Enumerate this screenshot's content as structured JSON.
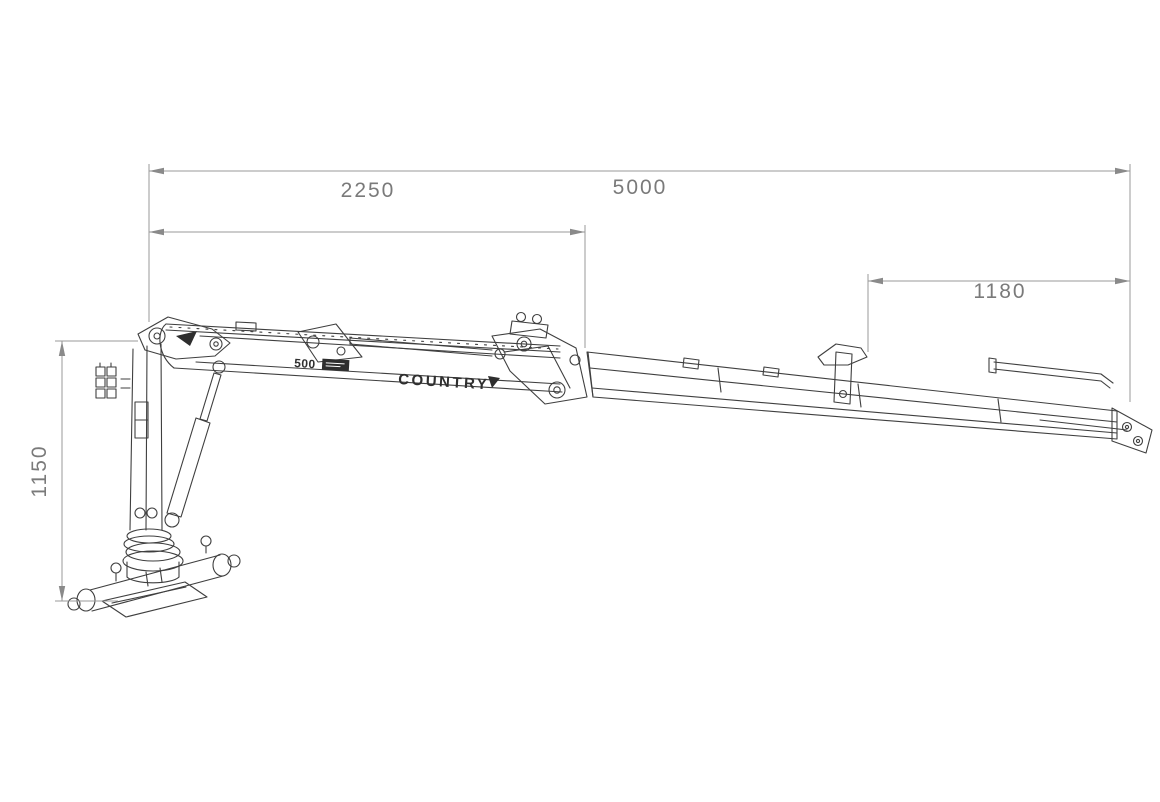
{
  "drawing": {
    "brand": "COUNTRY",
    "model": "500"
  },
  "dimensions": {
    "overall_length": "5000",
    "inner_boom_length": "2250",
    "extension_length": "1180",
    "column_height": "1150"
  },
  "colors": {
    "background": "#ffffff",
    "drawing_line": "#3f3f3f",
    "dimension_line": "#9a9a9a",
    "dimension_text": "#7a7a7a",
    "decal_dark": "#2e2e2e"
  }
}
